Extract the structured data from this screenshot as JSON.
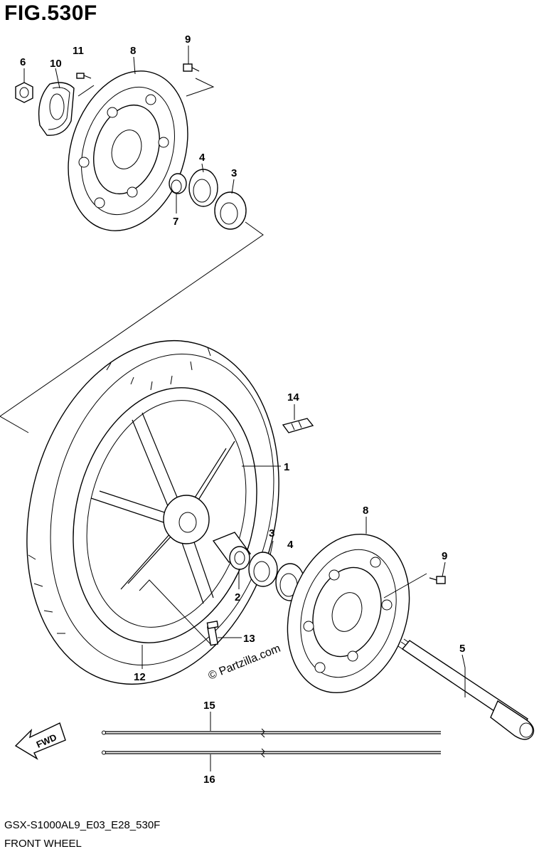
{
  "figure": {
    "title": "FIG.530F",
    "model_code": "GSX-S1000AL9_E03_E28_530F",
    "subtitle": "FRONT WHEEL"
  },
  "watermark": "© Partzilla.com",
  "fwd_arrow": "FWD",
  "callouts": {
    "c1": "1",
    "c2": "2",
    "c3a": "3",
    "c3b": "3",
    "c4a": "4",
    "c4b": "4",
    "c5": "5",
    "c6": "6",
    "c7": "7",
    "c8a": "8",
    "c8b": "8",
    "c9a": "9",
    "c9b": "9",
    "c10": "10",
    "c11": "11",
    "c12": "12",
    "c13": "13",
    "c14": "14",
    "c15": "15",
    "c16": "16"
  }
}
